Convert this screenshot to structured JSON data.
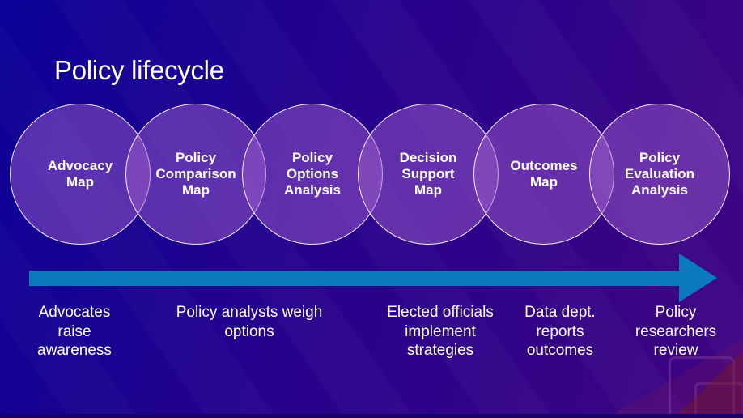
{
  "slide": {
    "title": "Policy lifecycle",
    "colors": {
      "bg_start": "#0b0196",
      "bg_mid": "#26028c",
      "bg_end": "#3e0482",
      "circle_fill": "rgba(155,92,202,0.5)",
      "circle_stroke": "rgba(255,255,255,0.92)",
      "arrow": "#0a7abc",
      "title_text": "#ffffff",
      "label_text": "#ffffff"
    },
    "circles": [
      {
        "lines": [
          "Advocacy",
          "Map"
        ]
      },
      {
        "lines": [
          "Policy",
          "Comparison",
          "Map"
        ]
      },
      {
        "lines": [
          "Policy",
          "Options",
          "Analysis"
        ]
      },
      {
        "lines": [
          "Decision",
          "Support",
          "Map"
        ]
      },
      {
        "lines": [
          "Outcomes",
          "Map"
        ]
      },
      {
        "lines": [
          "Policy",
          "Evaluation",
          "Analysis"
        ]
      }
    ],
    "captions": [
      {
        "lines": [
          "Advocates",
          "raise",
          "awareness"
        ]
      },
      {
        "lines": [
          "Policy analysts weigh",
          "options"
        ]
      },
      {
        "lines": [
          "Elected officials",
          "implement",
          "strategies"
        ]
      },
      {
        "lines": [
          "Data dept.",
          "reports",
          "outcomes"
        ]
      },
      {
        "lines": [
          "Policy",
          "researchers",
          "review"
        ]
      }
    ]
  }
}
